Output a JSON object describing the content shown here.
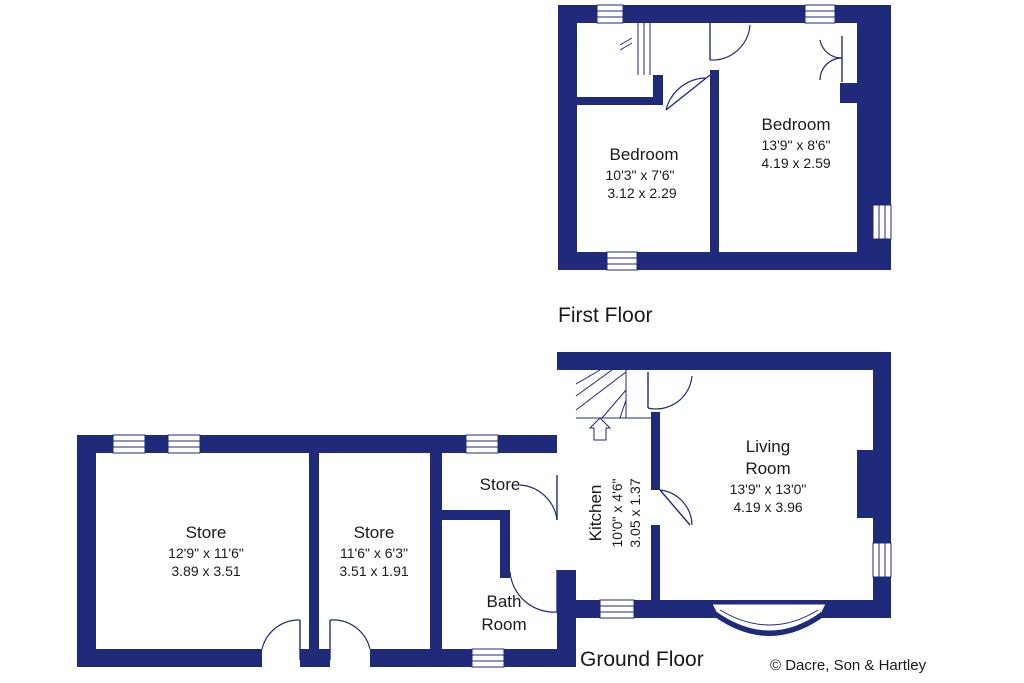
{
  "floors": {
    "first": {
      "label": "First Floor"
    },
    "ground": {
      "label": "Ground Floor"
    }
  },
  "rooms": {
    "ff_bedroom_left": {
      "name": "Bedroom",
      "imperial": "10'3\"  x  7'6\"",
      "metric": "3.12  x  2.29"
    },
    "ff_bedroom_right": {
      "name": "Bedroom",
      "imperial": "13'9\"  x  8'6\"",
      "metric": "4.19  x  2.59"
    },
    "gf_store_large": {
      "name": "Store",
      "imperial": "12'9\"  x  11'6\"",
      "metric": "3.89  x  3.51"
    },
    "gf_store_mid": {
      "name": "Store",
      "imperial": "11'6\"  x  6'3\"",
      "metric": "3.51  x  1.91"
    },
    "gf_store_small": {
      "name": "Store"
    },
    "gf_bathroom": {
      "name_line1": "Bath",
      "name_line2": "Room"
    },
    "gf_kitchen": {
      "name": "Kitchen",
      "imperial": "10'0\"  x  4'6\"",
      "metric": "3.05  x  1.37"
    },
    "gf_living": {
      "name_line1": "Living",
      "name_line2": "Room",
      "imperial": "13'9\"  x  13'0\"",
      "metric": "4.19  x  3.96"
    }
  },
  "copyright": "© Dacre, Son & Hartley",
  "colors": {
    "wall": "#1f2a7a",
    "background": "#ffffff"
  }
}
